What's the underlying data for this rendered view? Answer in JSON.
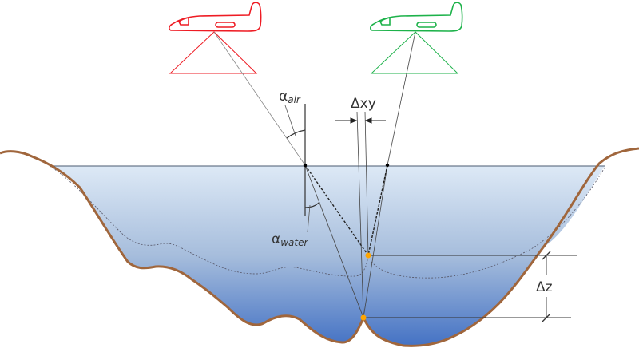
{
  "labels": {
    "alpha_air": "α",
    "alpha_air_sub": "air",
    "alpha_water": "α",
    "alpha_water_sub": "water",
    "delta_xy": "Δxy",
    "delta_z": "Δz"
  },
  "colors": {
    "plane_left": "#ee1c24",
    "plane_right": "#1db24a",
    "terrain": "#a0663c",
    "water_top": "#dde9f6",
    "water_bottom": "#4472c4",
    "point": "#ffa500"
  }
}
